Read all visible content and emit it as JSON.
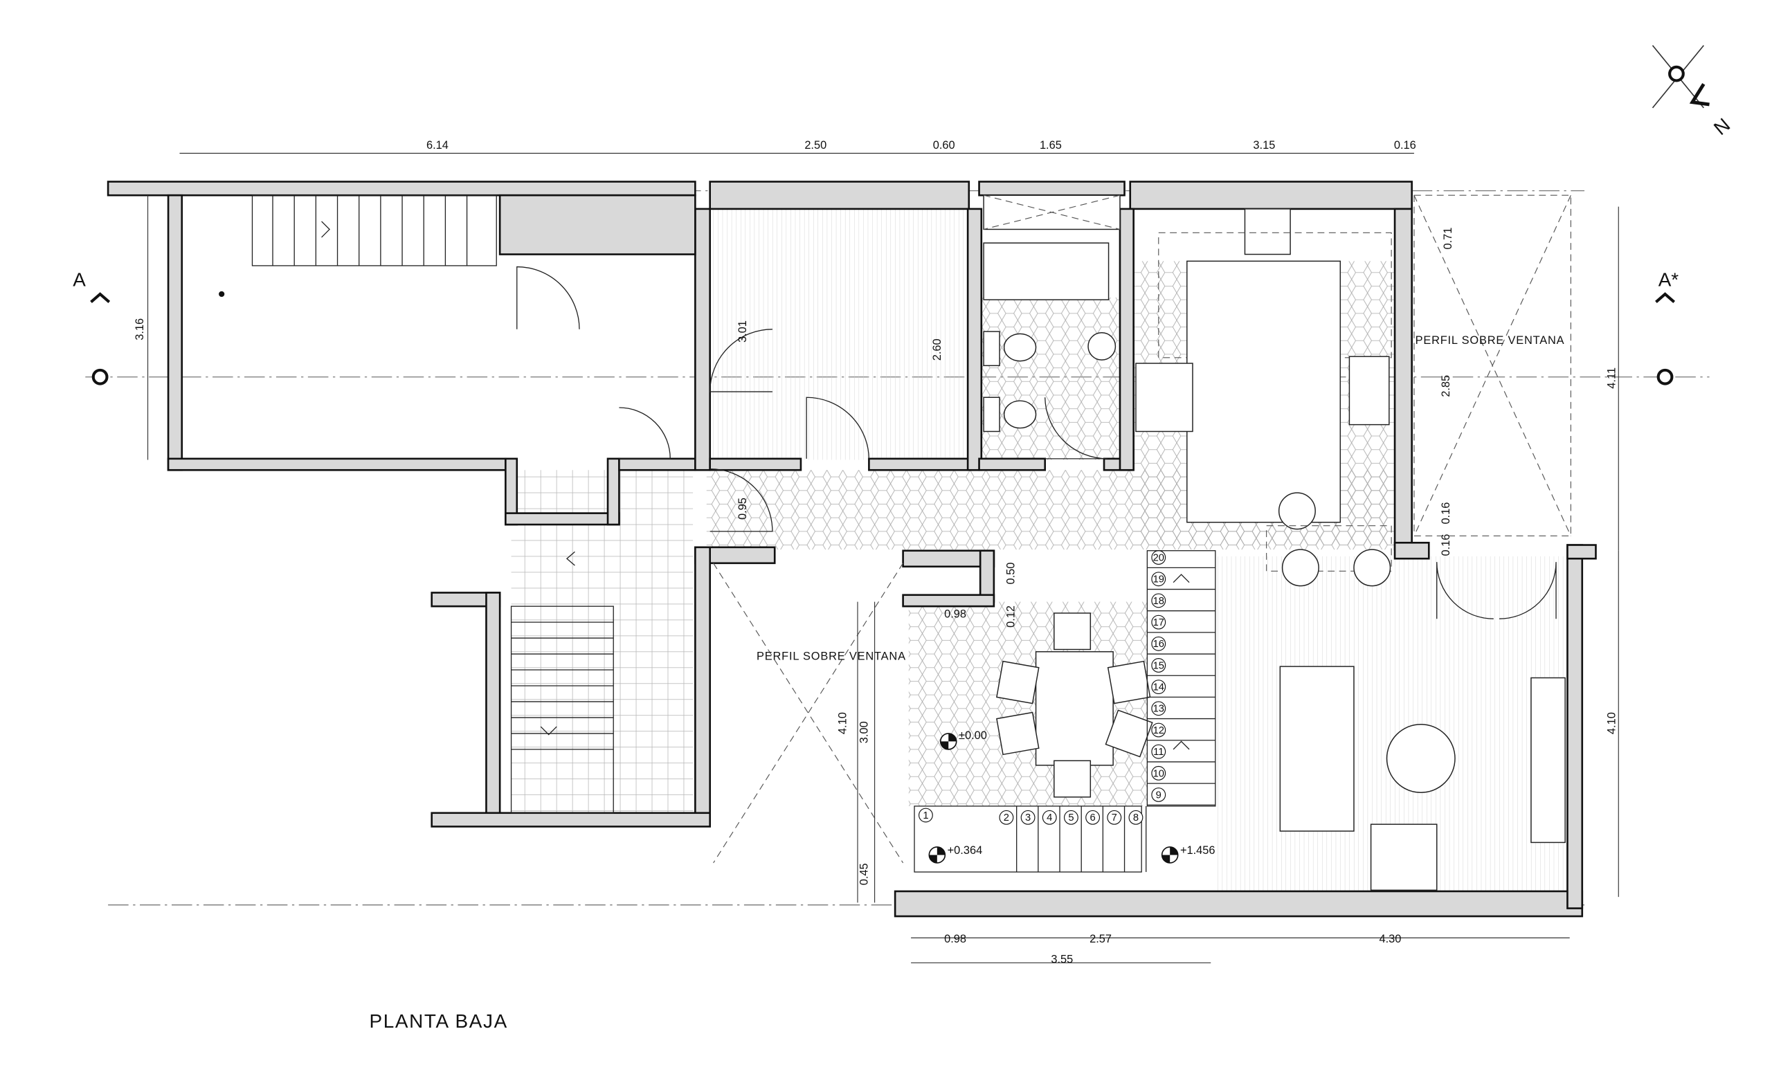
{
  "drawing_title": "PLANTA BAJA",
  "north_label": "N",
  "section_marks": {
    "left": "A",
    "right": "A*"
  },
  "notes": {
    "window_profile_right": "PERFIL SOBRE VENTANA",
    "window_profile_center": "PERFIL SOBRE VENTANA"
  },
  "levels": {
    "dining": "±0.00",
    "landing": "+0.364",
    "stair_mid": "+1.456"
  },
  "dimensions": {
    "top": [
      "6.14",
      "2.50",
      "0.60",
      "1.65",
      "3.15",
      "0.16"
    ],
    "left_height": "3.16",
    "door_301": "3.01",
    "room_260": "2.60",
    "right_071": "0.71",
    "right_285": "2.85",
    "right_411": "4.11",
    "right_016a": "0.16",
    "right_016b": "0.16",
    "hall_095": "0.95",
    "nook_050": "0.50",
    "nook_012": "0.12",
    "nook_098": "0.98",
    "living_410_left": "4.10",
    "living_300": "3.00",
    "bottom_045": "0.45",
    "living_410_right": "4.10",
    "bottom": [
      "0.98",
      "2.57",
      "4.30"
    ],
    "bottom_total": "3.55"
  },
  "stair_numbers": [
    "1",
    "2",
    "3",
    "4",
    "5",
    "6",
    "7",
    "8",
    "9",
    "10",
    "11",
    "12",
    "13",
    "14",
    "15",
    "16",
    "17",
    "18",
    "19",
    "20"
  ]
}
